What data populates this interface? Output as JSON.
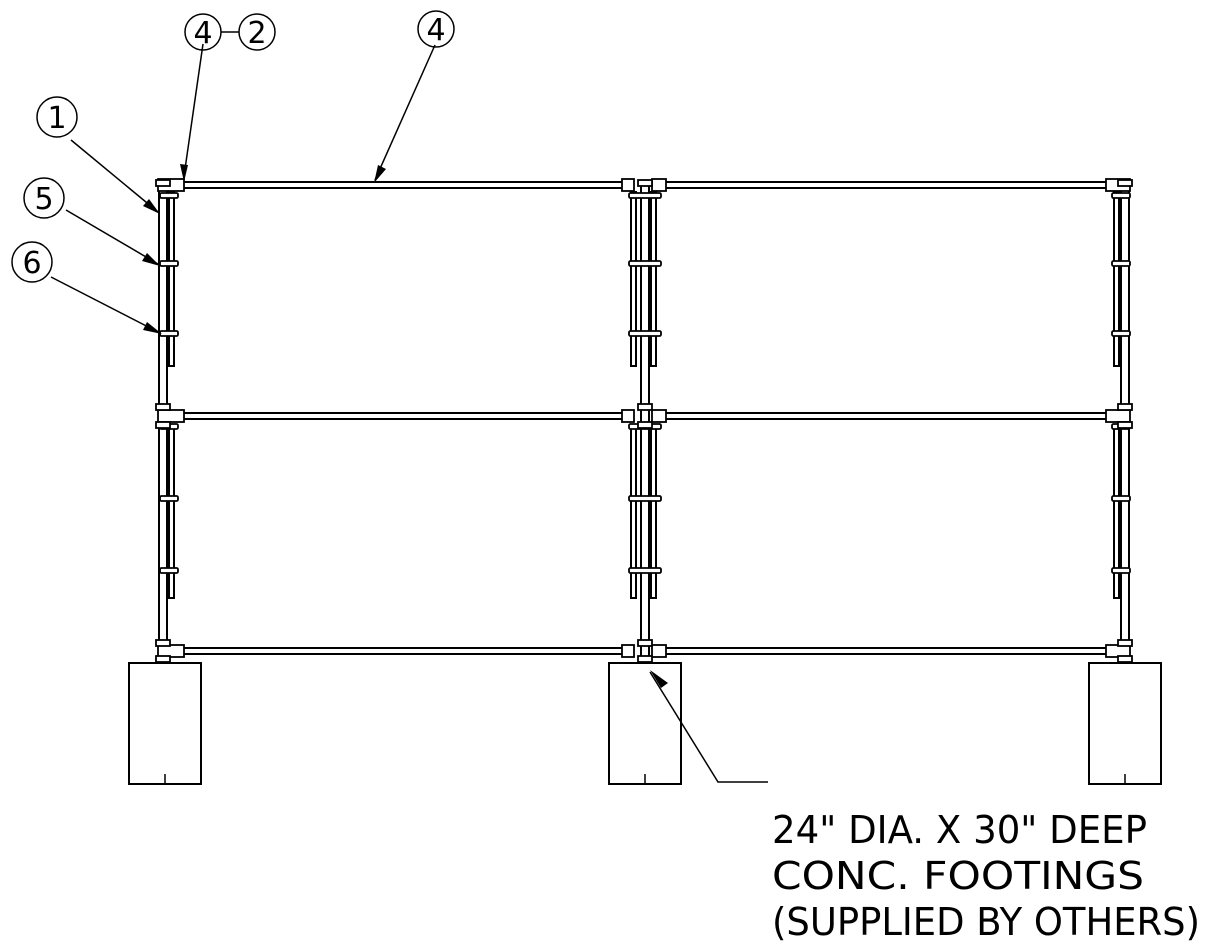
{
  "balloons": [
    {
      "id": "b-4a",
      "label": "4"
    },
    {
      "id": "b-2",
      "label": "2"
    },
    {
      "id": "b-4b",
      "label": "4"
    },
    {
      "id": "b-1",
      "label": "1"
    },
    {
      "id": "b-5",
      "label": "5"
    },
    {
      "id": "b-6",
      "label": "6"
    }
  ],
  "note": {
    "line1": "24\" DIA. X 30\" DEEP",
    "line2": "CONC. FOOTINGS",
    "line3": "(SUPPLIED BY OTHERS)"
  }
}
